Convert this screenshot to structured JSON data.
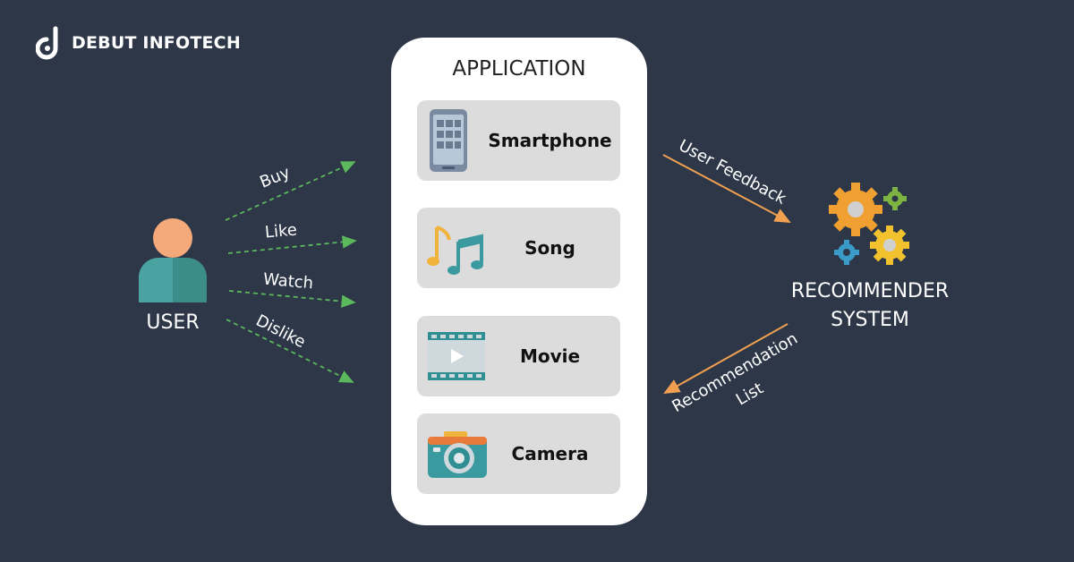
{
  "brand": {
    "name": "DEBUT INFOTECH"
  },
  "application": {
    "title": "APPLICATION",
    "items": [
      {
        "label": "Smartphone",
        "icon": "smartphone-icon"
      },
      {
        "label": "Song",
        "icon": "music-notes-icon"
      },
      {
        "label": "Movie",
        "icon": "film-strip-icon"
      },
      {
        "label": "Camera",
        "icon": "camera-icon"
      }
    ]
  },
  "user": {
    "label": "USER"
  },
  "actions": [
    "Buy",
    "Like",
    "Watch",
    "Dislike"
  ],
  "recommender": {
    "label_line1": "RECOMMENDER",
    "label_line2": "SYSTEM"
  },
  "feedback": {
    "user_feedback": "User Feedback",
    "rec_line1": "Recommendation",
    "rec_line2": "List"
  },
  "colors": {
    "background": "#2d3748",
    "green_arrow": "#5cb85c",
    "orange_arrow": "#f0a050",
    "panel": "#ffffff",
    "card": "#dcdcdc"
  }
}
